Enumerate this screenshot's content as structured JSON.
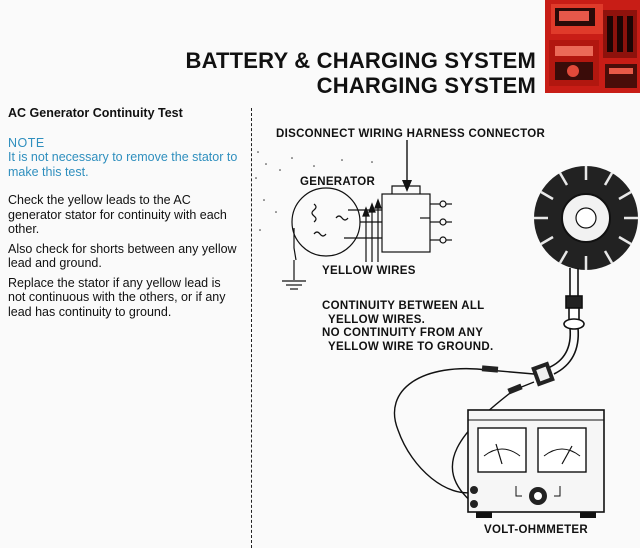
{
  "header": {
    "title_line1": "BATTERY & CHARGING SYSTEM",
    "title_line2": "CHARGING SYSTEM"
  },
  "left": {
    "heading": "AC Generator Continuity Test",
    "note_title": "NOTE",
    "note_text": "It is not necessary to remove the stator to make this test.",
    "para1": "Check the yellow leads to the AC generator stator for continuity with each other.",
    "para2": "Also check for shorts between any yellow lead and ground.",
    "para3": "Replace the stator if any yellow lead is not continuous with the others, or if any lead has continuity to ground."
  },
  "diagram": {
    "label_connector": "DISCONNECT WIRING HARNESS CONNECTOR",
    "label_generator": "GENERATOR",
    "label_yellow_wires": "YELLOW WIRES",
    "continuity_line1": "CONTINUITY BETWEEN ALL",
    "continuity_line2": "YELLOW WIRES.",
    "continuity_line3": "NO CONTINUITY FROM ANY",
    "continuity_line4": "YELLOW WIRE TO GROUND.",
    "label_meter": "VOLT-OHMMETER"
  },
  "colors": {
    "note_blue": "#2f8fbe",
    "header_red": "#d2231c"
  }
}
